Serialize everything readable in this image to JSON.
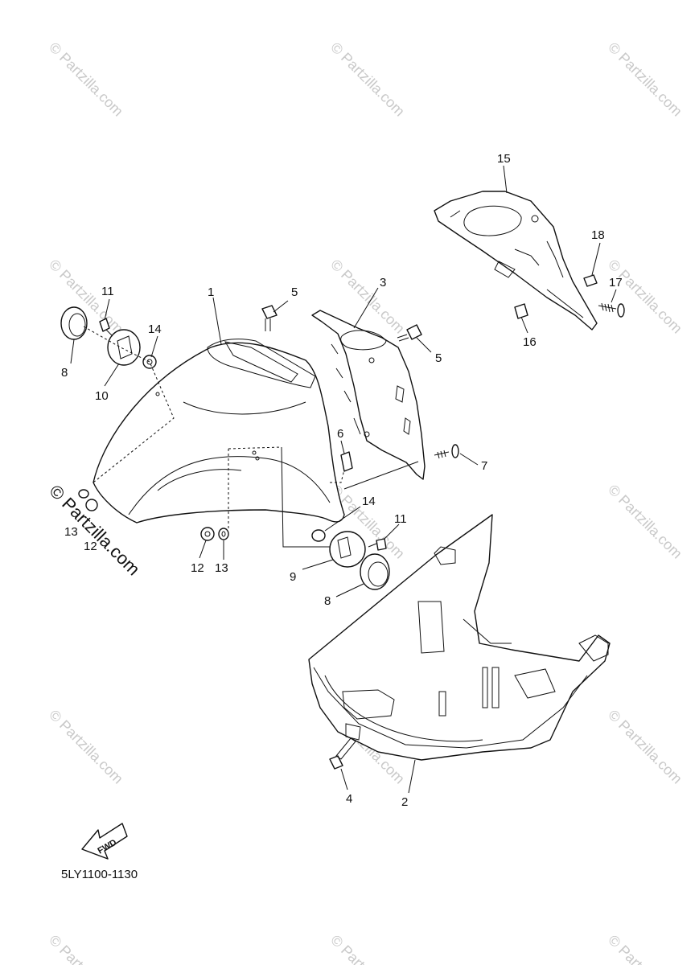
{
  "diagram_code": "5LY1100-1130",
  "fwd_label": "FWD",
  "watermark": "© Partzilla.com",
  "callouts": {
    "p1": "1",
    "p2": "2",
    "p3": "3",
    "p4": "4",
    "p5a": "5",
    "p5b": "5",
    "p6": "6",
    "p7": "7",
    "p8a": "8",
    "p8b": "8",
    "p9": "9",
    "p10": "10",
    "p11a": "11",
    "p11b": "11",
    "p12a": "12",
    "p12b": "12",
    "p13a": "13",
    "p13b": "13",
    "p14a": "14",
    "p14b": "14",
    "p15": "15",
    "p16": "16",
    "p17": "17",
    "p18": "18"
  }
}
